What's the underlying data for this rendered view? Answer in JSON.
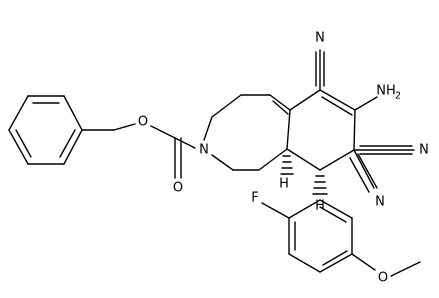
{
  "molecule": {
    "atom_labels": {
      "n_cyano_top": "N",
      "amino": "NH",
      "amino_h_count": "2",
      "n_cyano_right": "N",
      "n_cyano_lower": "N",
      "carbonyl_o": "O",
      "ester_o": "O",
      "ring_n": "N",
      "stereo_h": "H",
      "stereo_h_right": "H",
      "fluorine": "F",
      "methoxy_o": "O"
    },
    "colors": {
      "bond": "#000000",
      "text": "#000000",
      "background": "#ffffff"
    }
  }
}
